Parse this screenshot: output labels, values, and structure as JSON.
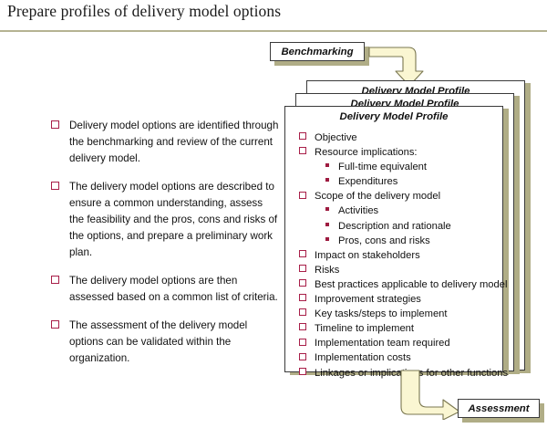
{
  "slide": {
    "title": "Prepare profiles of delivery model options"
  },
  "left_notes": [
    {
      "text": "Delivery model options are identified through the benchmarking and review of the current delivery model."
    },
    {
      "text": "The delivery model options are described to ensure a common understanding, assess the feasibility and the pros, cons and risks of the options, and prepare a preliminary work plan."
    },
    {
      "text": "The delivery model options are then assessed based on a common list of criteria."
    },
    {
      "text": "The assessment of the delivery model options can be validated within the organization."
    }
  ],
  "benchmarking": {
    "label": "Benchmarking"
  },
  "assessment": {
    "label": "Assessment"
  },
  "stack": {
    "card_title": "Delivery Model Profile",
    "cards": [
      {
        "title": "Delivery Model Profile"
      },
      {
        "title": "Delivery Model Profile"
      },
      {
        "title": "Delivery Model Profile"
      }
    ]
  },
  "profile_items": [
    {
      "level": 1,
      "text": "Objective"
    },
    {
      "level": 1,
      "text": "Resource implications:"
    },
    {
      "level": 2,
      "text": "Full-time equivalent"
    },
    {
      "level": 2,
      "text": "Expenditures"
    },
    {
      "level": 1,
      "text": "Scope of the delivery model"
    },
    {
      "level": 2,
      "text": "Activities"
    },
    {
      "level": 2,
      "text": "Description and rationale"
    },
    {
      "level": 2,
      "text": "Pros, cons and risks"
    },
    {
      "level": 1,
      "text": "Impact on stakeholders"
    },
    {
      "level": 1,
      "text": "Risks"
    },
    {
      "level": 1,
      "text": "Best practices applicable to delivery model"
    },
    {
      "level": 1,
      "text": "Improvement strategies"
    },
    {
      "level": 1,
      "text": "Key tasks/steps to implement"
    },
    {
      "level": 1,
      "text": "Timeline to implement"
    },
    {
      "level": 1,
      "text": "Implementation team required"
    },
    {
      "level": 1,
      "text": "Implementation costs"
    },
    {
      "level": 1,
      "text": "Linkages or implications for other functions"
    }
  ],
  "colors": {
    "bullet_outline": "#a81e48",
    "bullet_fill": "#9e1b40",
    "shadow_olive": "#b0ad86",
    "rule": "#b5b392",
    "arrow_fill": "#faf6d2",
    "arrow_stroke": "#7a7750",
    "text": "#111111"
  }
}
